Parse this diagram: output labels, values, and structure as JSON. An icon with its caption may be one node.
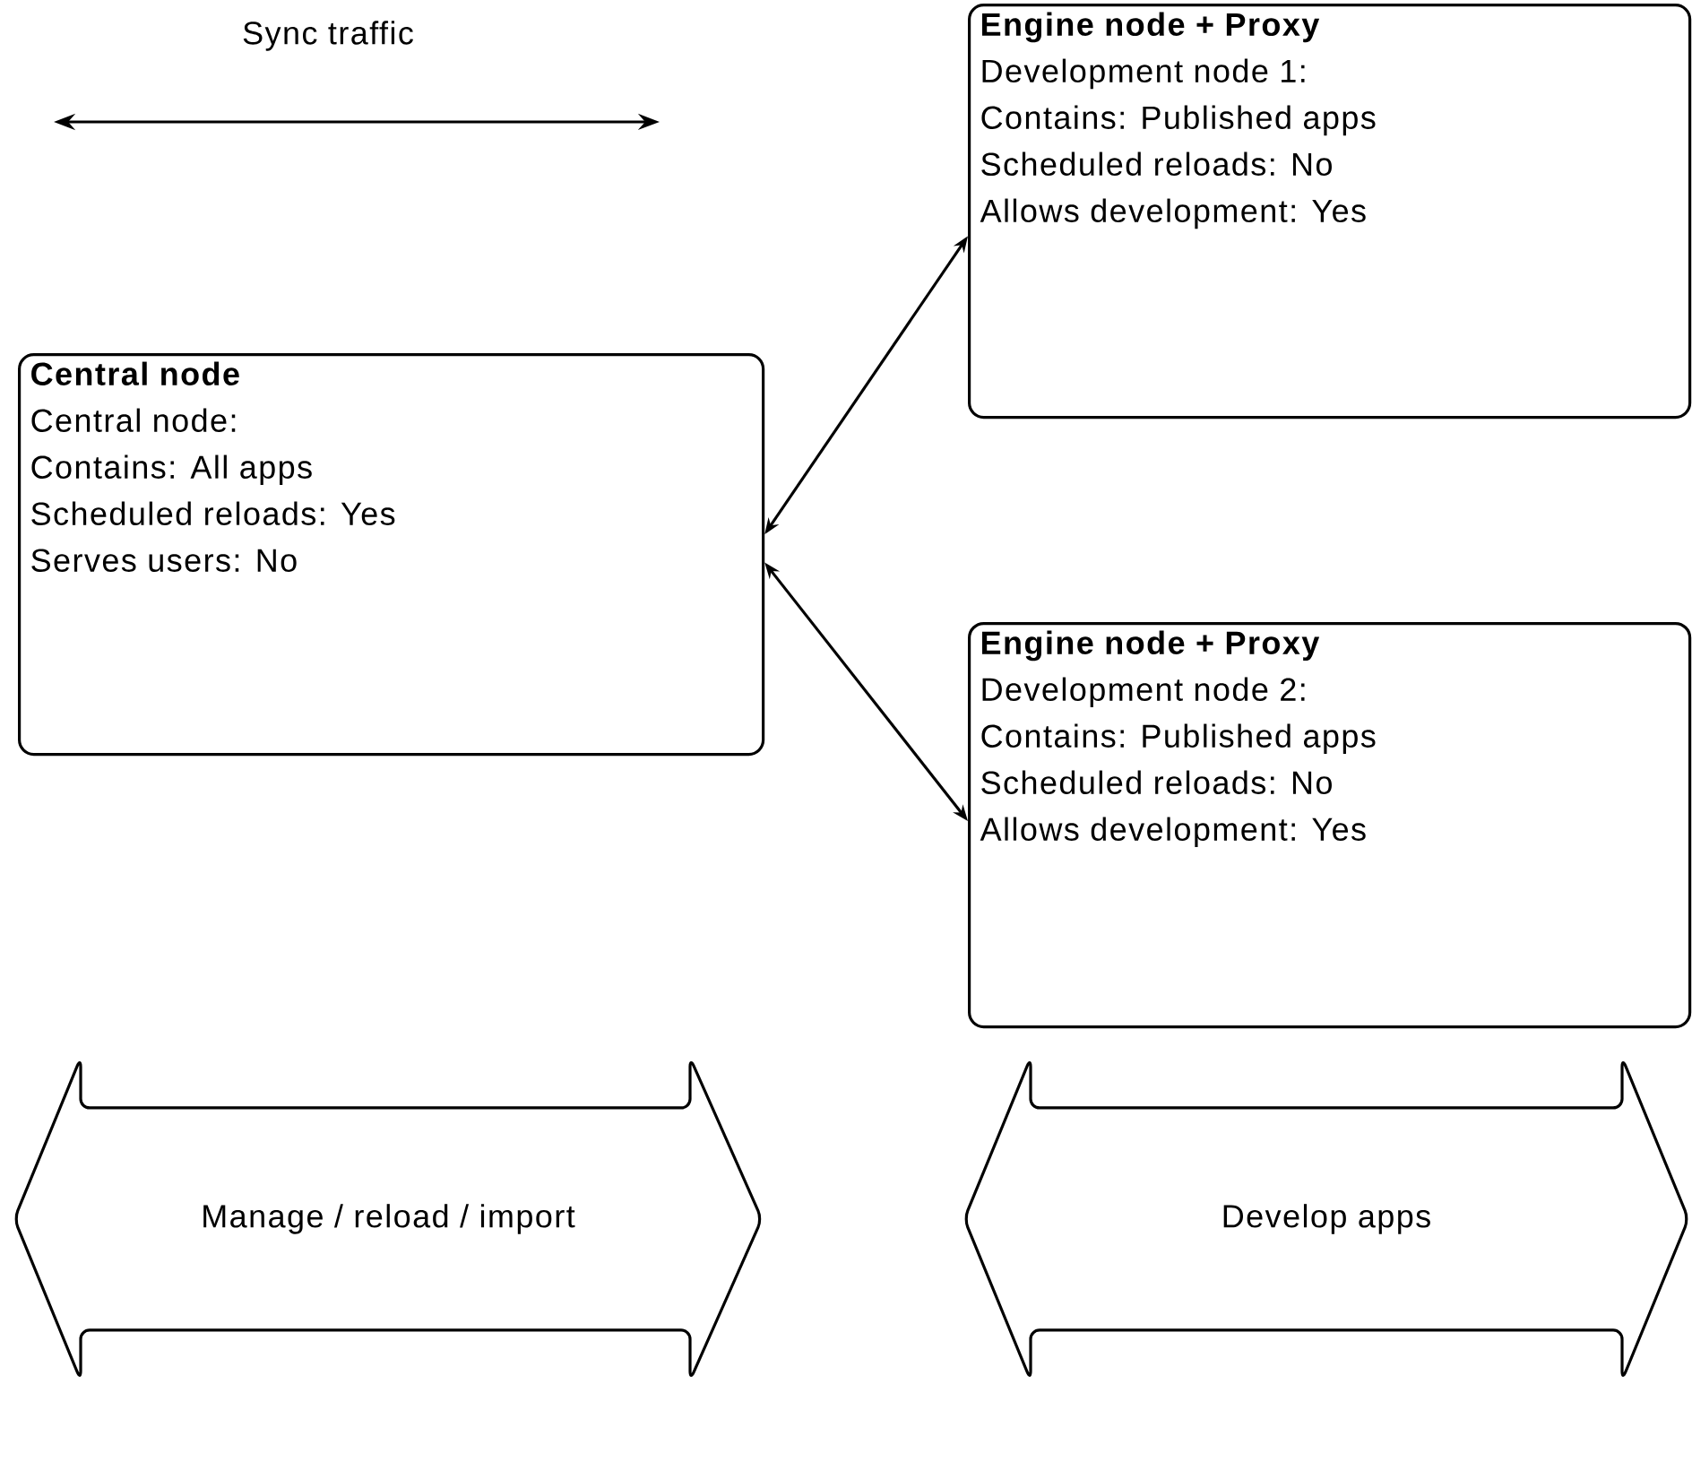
{
  "diagram": {
    "nodes": [
      {
        "text": [
          "Central node",
          "Central node:",
          "Contains: All apps",
          "Scheduled reloads: Yes",
          "Serves users: No"
        ]
      },
      {
        "text": [
          "Engine node + Proxy",
          "Development node 1:",
          "Contains: Published apps",
          "Scheduled reloads: No",
          "Allows development: Yes"
        ]
      },
      {
        "text": [
          "Engine node + Proxy",
          "Development node 2:",
          "Contains: Published apps",
          "Scheduled reloads: No",
          "Allows development: Yes"
        ]
      },
      {
        "text": [
          "Manage / reload / import"
        ]
      },
      {
        "text": [
          "Develop apps"
        ]
      }
    ],
    "edges": [
      {
        "from": 0,
        "to": 1,
        "arrow": "both"
      },
      {
        "from": 0,
        "to": 2,
        "arrow": "both"
      }
    ],
    "legend": [
      {
        "text": "Sync traffic"
      }
    ]
  }
}
